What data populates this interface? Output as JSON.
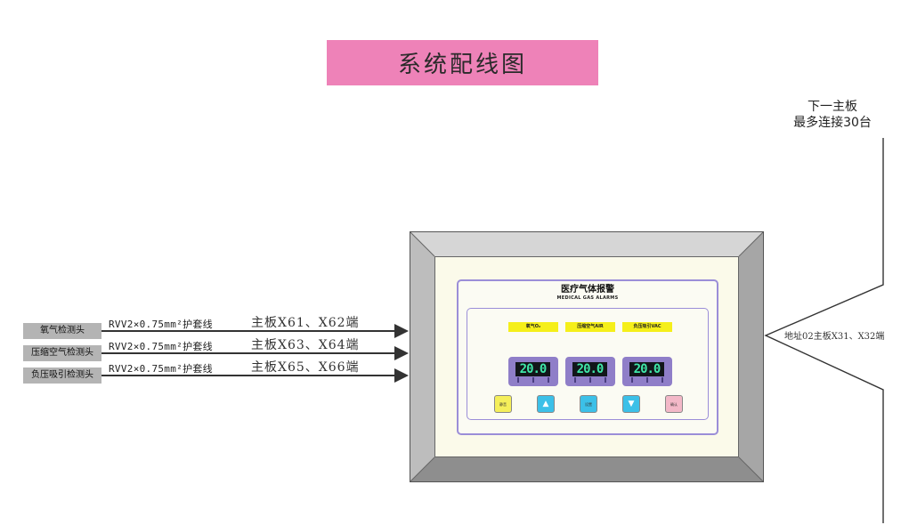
{
  "title": "系统配线图",
  "next_board": {
    "line1": "下一主板",
    "line2": "最多连接30台"
  },
  "sensors": [
    {
      "name": "氧气检测头",
      "cable": "RVV2×0.75mm²护套线",
      "terminal": "主板X61、X62端"
    },
    {
      "name": "压缩空气检测头",
      "cable": "RVV2×0.75mm²护套线",
      "terminal": "主板X63、X64端"
    },
    {
      "name": "负压吸引检测头",
      "cable": "RVV2×0.75mm²护套线",
      "terminal": "主板X65、X66端"
    }
  ],
  "address_label": "地址02主板X31、X32端",
  "device": {
    "title": "医疗气体报警",
    "subtitle": "MEDICAL GAS ALARMS",
    "channels": [
      {
        "label": "氧气O₂",
        "reading": "20.0"
      },
      {
        "label": "压缩空气AIR",
        "reading": "20.0"
      },
      {
        "label": "负压吸引VAC",
        "reading": "20.0"
      }
    ],
    "buttons": [
      {
        "label": "静音",
        "icon": "mute-icon",
        "color": "#f5ef5a"
      },
      {
        "label": "",
        "icon": "up-arrow-icon",
        "color": "#3cc0e8"
      },
      {
        "label": "设置",
        "icon": "settings-icon",
        "color": "#3cc0e8"
      },
      {
        "label": "",
        "icon": "down-arrow-icon",
        "color": "#3cc0e8"
      },
      {
        "label": "确认",
        "icon": "confirm-icon",
        "color": "#f3b8c8"
      }
    ]
  },
  "colors": {
    "banner": "#ee82b8",
    "sensor_box": "#b4b4b4",
    "panel_border": "#9b8ed8",
    "channel_label": "#f5ef1a",
    "lcd_text": "#3fe6a8"
  }
}
